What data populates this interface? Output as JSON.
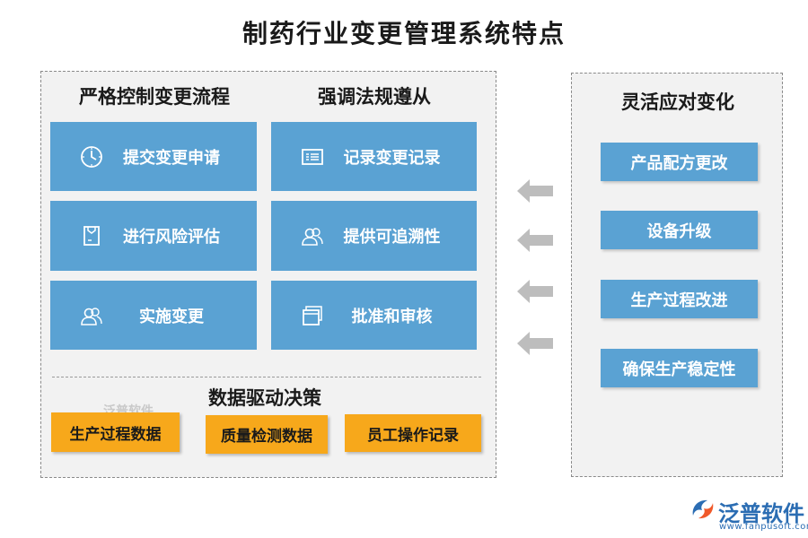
{
  "title": "制药行业变更管理系统特点",
  "left": {
    "col1_heading": "严格控制变更流程",
    "col2_heading": "强调法规遵从",
    "col1_items": [
      {
        "label": "提交变更申请",
        "icon": "clock-icon"
      },
      {
        "label": "进行风险评估",
        "icon": "document-icon"
      },
      {
        "label": "实施变更",
        "icon": "people-icon"
      }
    ],
    "col2_items": [
      {
        "label": "记录变更记录",
        "icon": "form-icon"
      },
      {
        "label": "提供可追溯性",
        "icon": "people-icon"
      },
      {
        "label": "批准和审核",
        "icon": "windows-icon"
      }
    ],
    "data_heading": "数据驱动决策",
    "data_items": [
      "生产过程数据",
      "质量检测数据",
      "员工操作记录"
    ]
  },
  "right": {
    "heading": "灵活应对变化",
    "items": [
      "产品配方更改",
      "设备升级",
      "生产过程改进",
      "确保生产稳定性"
    ]
  },
  "watermark": "泛普软件",
  "logo": {
    "name": "泛普软件",
    "url": "www.fanpusoft.com"
  },
  "colors": {
    "blue": "#5aa2d3",
    "orange": "#f7a81b",
    "panel": "#f2f2f2",
    "arrow": "#bdbdbd"
  }
}
